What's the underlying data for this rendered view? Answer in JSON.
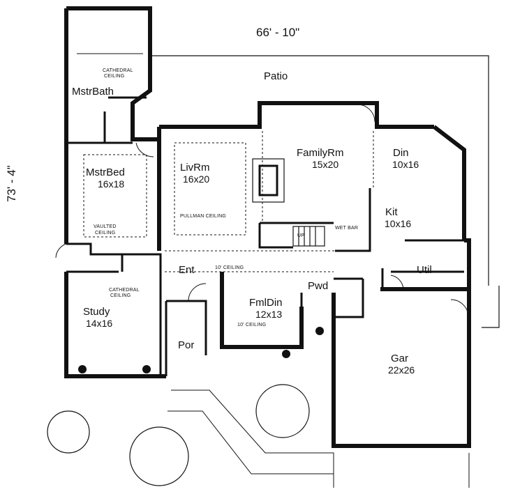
{
  "plan": {
    "overall_width": "66' - 10\"",
    "overall_depth": "73' - 4\"",
    "rooms": {
      "patio": "Patio",
      "mstr_bath": "MstrBath",
      "mstr_bed": {
        "name": "MstrBed",
        "size": "16x18"
      },
      "liv_rm": {
        "name": "LivRm",
        "size": "16x20"
      },
      "family_rm": {
        "name": "FamilyRm",
        "size": "15x20"
      },
      "din": {
        "name": "Din",
        "size": "10x16"
      },
      "kit": {
        "name": "Kit",
        "size": "10x16"
      },
      "util": "Util",
      "ent": "Ent",
      "pwd": "Pwd",
      "fml_din": {
        "name": "FmlDin",
        "size": "12x13"
      },
      "study": {
        "name": "Study",
        "size": "14x16"
      },
      "por": "Por",
      "gar": {
        "name": "Gar",
        "size": "22x26"
      }
    },
    "notes": {
      "cathedral_ceiling_bath_1": "CATHEDRAL",
      "cathedral_ceiling_bath_2": "CEILING",
      "vaulted_ceiling_1": "VAULTED",
      "vaulted_ceiling_2": "CEILING",
      "pullman_ceiling": "PULLMAN CEILING",
      "wet_bar": "WET BAR",
      "ten_ceiling_ent": "10' CEILING",
      "ten_ceiling_fml": "10' CEILING",
      "cathedral_ceiling_study_1": "CATHEDRAL",
      "cathedral_ceiling_study_2": "CEILING",
      "up": "UP"
    }
  }
}
